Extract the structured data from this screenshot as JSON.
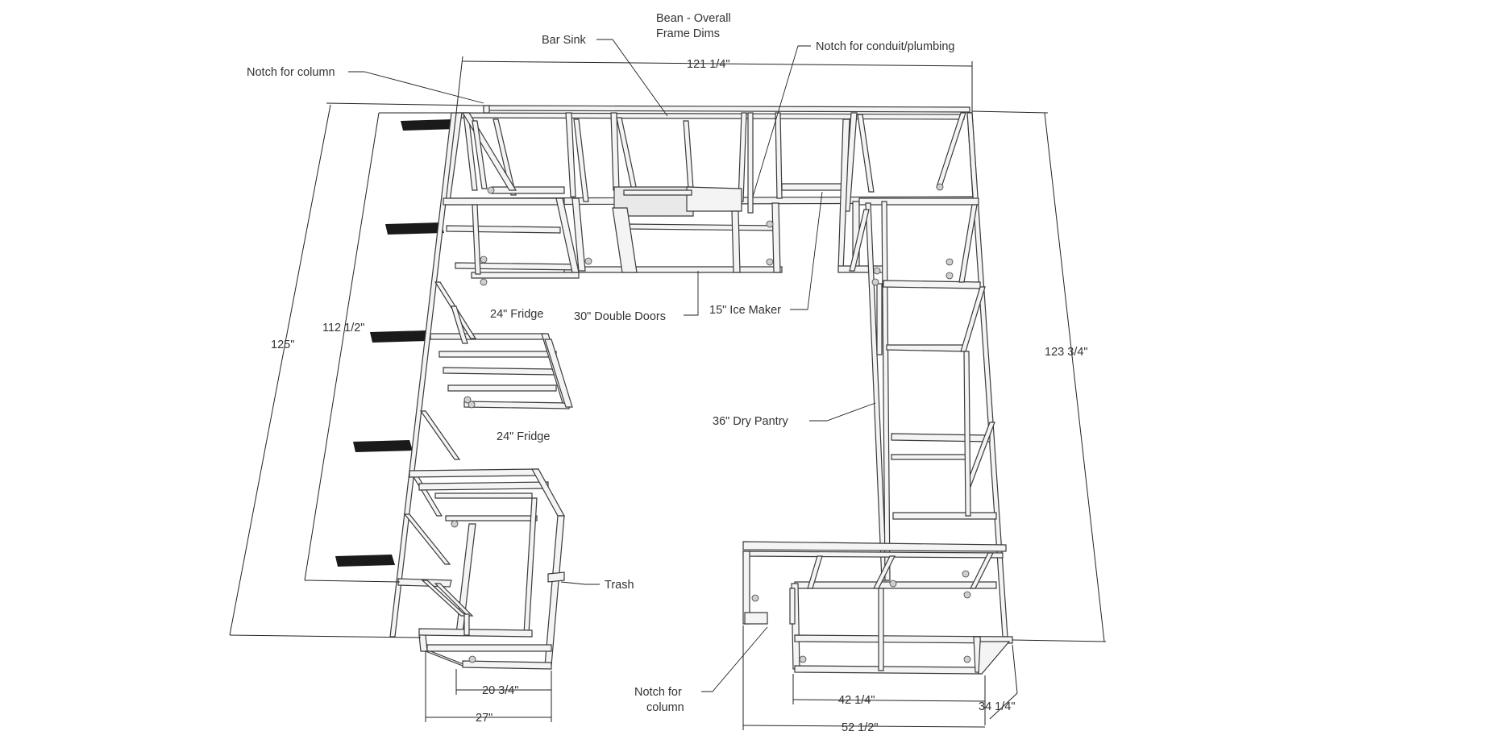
{
  "title": {
    "line1": "Bean - Overall",
    "line2": "Frame Dims"
  },
  "labels": {
    "bar_sink": "Bar Sink",
    "notch_column_top": "Notch for column",
    "notch_conduit": "Notch for conduit/plumbing",
    "fridge_upper": "24\" Fridge",
    "double_doors": "30\" Double Doors",
    "ice_maker": "15\" Ice Maker",
    "fridge_lower": "24\" Fridge",
    "dry_pantry": "36\" Dry Pantry",
    "trash": "Trash",
    "notch_column_bottom_1": "Notch for",
    "notch_column_bottom_2": "column"
  },
  "dimensions": {
    "top_width": "121 1/4\"",
    "left_outer": "125\"",
    "left_inner": "112 1/2\"",
    "right_depth": "123 3/4\"",
    "left_leg_inner": "20 3/4\"",
    "left_leg_outer": "27\"",
    "right_leg_inner": "42 1/4\"",
    "right_leg_outer": "52 1/2\"",
    "right_leg_depth": "34 1/4\""
  },
  "colors": {
    "frame_fill": "#f4f4f4",
    "frame_stroke": "#3a3a3a",
    "brackets": "#1a1a1a"
  }
}
